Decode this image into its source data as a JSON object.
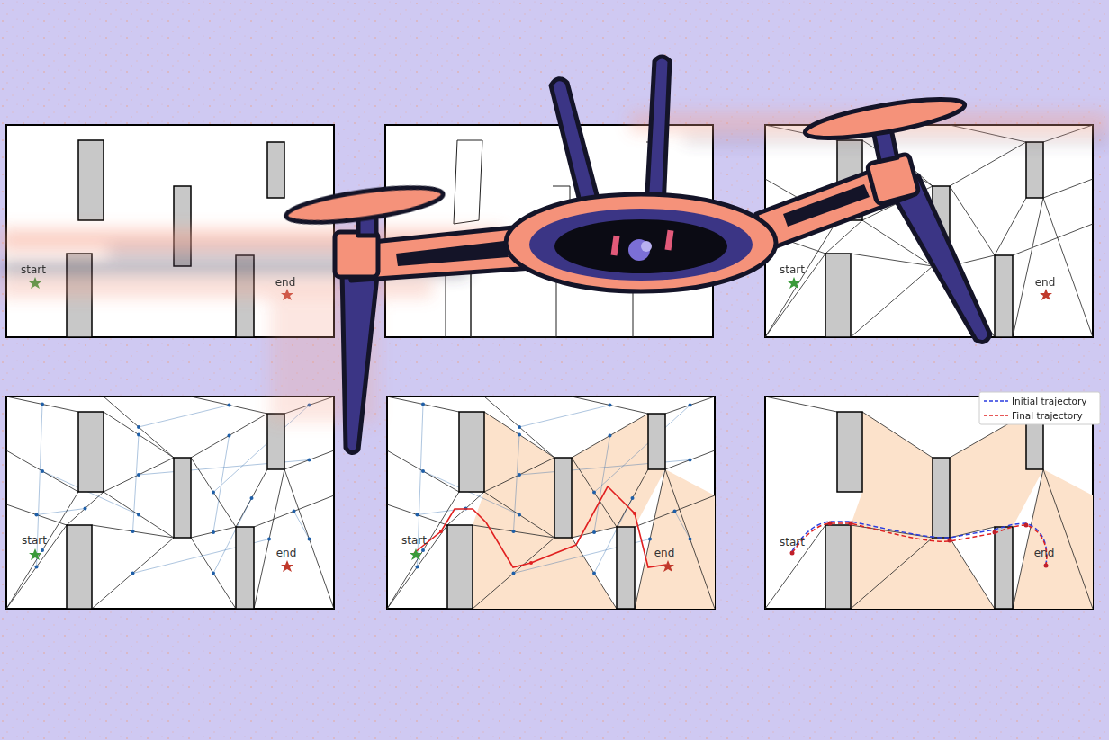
{
  "diagram": {
    "labels": [
      "start",
      "end",
      "start",
      "end",
      "start",
      "end",
      "start",
      "end",
      "start",
      "end"
    ],
    "legend": [
      {
        "text": "Initial trajectory"
      },
      {
        "text": "Final trajectory"
      }
    ]
  }
}
